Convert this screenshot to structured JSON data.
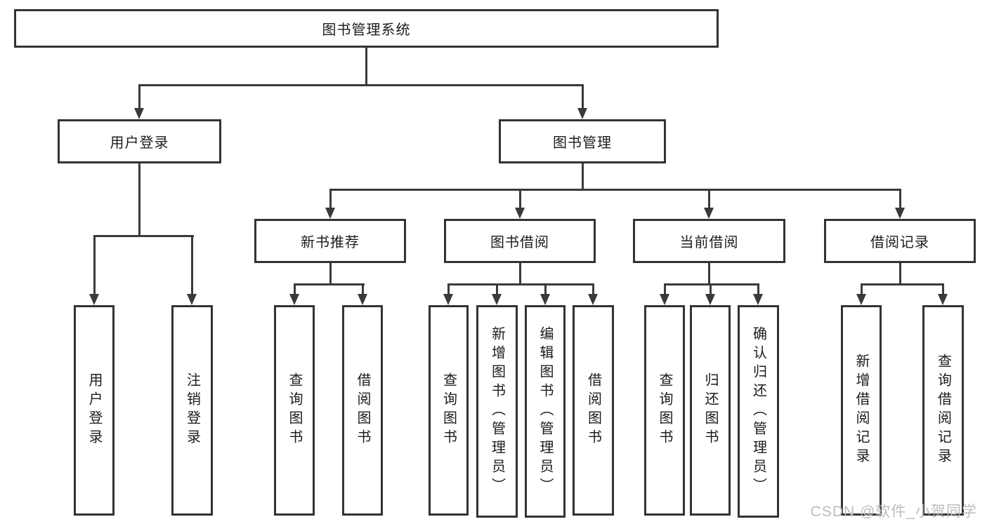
{
  "diagram": {
    "title": "图书管理系统",
    "type": "hierarchy-tree",
    "colors": {
      "box_border": "#333333",
      "connector_line": "#3a3a3a",
      "text": "#1c1c1c",
      "background": "#ffffff",
      "watermark_text_color": "#bcbcbc"
    },
    "nodes": [
      {
        "id": "root",
        "label": "图书管理系统",
        "level": 1
      },
      {
        "id": "user-login",
        "label": "用户登录",
        "level": 2
      },
      {
        "id": "book-mgmt",
        "label": "图书管理",
        "level": 2
      },
      {
        "id": "new-book-recommend",
        "label": "新书推荐",
        "level": 3
      },
      {
        "id": "book-borrow",
        "label": "图书借阅",
        "level": 3
      },
      {
        "id": "current-borrow",
        "label": "当前借阅",
        "level": 3
      },
      {
        "id": "borrow-record",
        "label": "借阅记录",
        "level": 3
      },
      {
        "id": "leaf-user-login",
        "label": "用户登录",
        "level": 4
      },
      {
        "id": "leaf-logout",
        "label": "注销登录",
        "level": 4
      },
      {
        "id": "leaf-query-book-a",
        "label": "查询图书",
        "level": 4
      },
      {
        "id": "leaf-borrow-book-a",
        "label": "借阅图书",
        "level": 4
      },
      {
        "id": "leaf-query-book-b",
        "label": "查询图书",
        "level": 4
      },
      {
        "id": "leaf-add-book",
        "label": "新增图书（管理员）",
        "level": 4
      },
      {
        "id": "leaf-edit-book",
        "label": "编辑图书（管理员）",
        "level": 4
      },
      {
        "id": "leaf-borrow-book-b",
        "label": "借阅图书",
        "level": 4
      },
      {
        "id": "leaf-query-book-c",
        "label": "查询图书",
        "level": 4
      },
      {
        "id": "leaf-return-book",
        "label": "归还图书",
        "level": 4
      },
      {
        "id": "leaf-confirm-return",
        "label": "确认归还（管理员）",
        "level": 4
      },
      {
        "id": "leaf-add-borrow-record",
        "label": "新增借阅记录",
        "level": 4
      },
      {
        "id": "leaf-query-borrow-record",
        "label": "查询借阅记录",
        "level": 4
      }
    ],
    "edges": [
      [
        "root",
        "user-login"
      ],
      [
        "root",
        "book-mgmt"
      ],
      [
        "user-login",
        "leaf-user-login"
      ],
      [
        "user-login",
        "leaf-logout"
      ],
      [
        "book-mgmt",
        "new-book-recommend"
      ],
      [
        "book-mgmt",
        "book-borrow"
      ],
      [
        "book-mgmt",
        "current-borrow"
      ],
      [
        "book-mgmt",
        "borrow-record"
      ],
      [
        "new-book-recommend",
        "leaf-query-book-a"
      ],
      [
        "new-book-recommend",
        "leaf-borrow-book-a"
      ],
      [
        "book-borrow",
        "leaf-query-book-b"
      ],
      [
        "book-borrow",
        "leaf-add-book"
      ],
      [
        "book-borrow",
        "leaf-edit-book"
      ],
      [
        "book-borrow",
        "leaf-borrow-book-b"
      ],
      [
        "current-borrow",
        "leaf-query-book-c"
      ],
      [
        "current-borrow",
        "leaf-return-book"
      ],
      [
        "current-borrow",
        "leaf-confirm-return"
      ],
      [
        "borrow-record",
        "leaf-add-borrow-record"
      ],
      [
        "borrow-record",
        "leaf-query-borrow-record"
      ]
    ]
  },
  "watermark": {
    "text": "CSDN @软件_小贺同学"
  }
}
